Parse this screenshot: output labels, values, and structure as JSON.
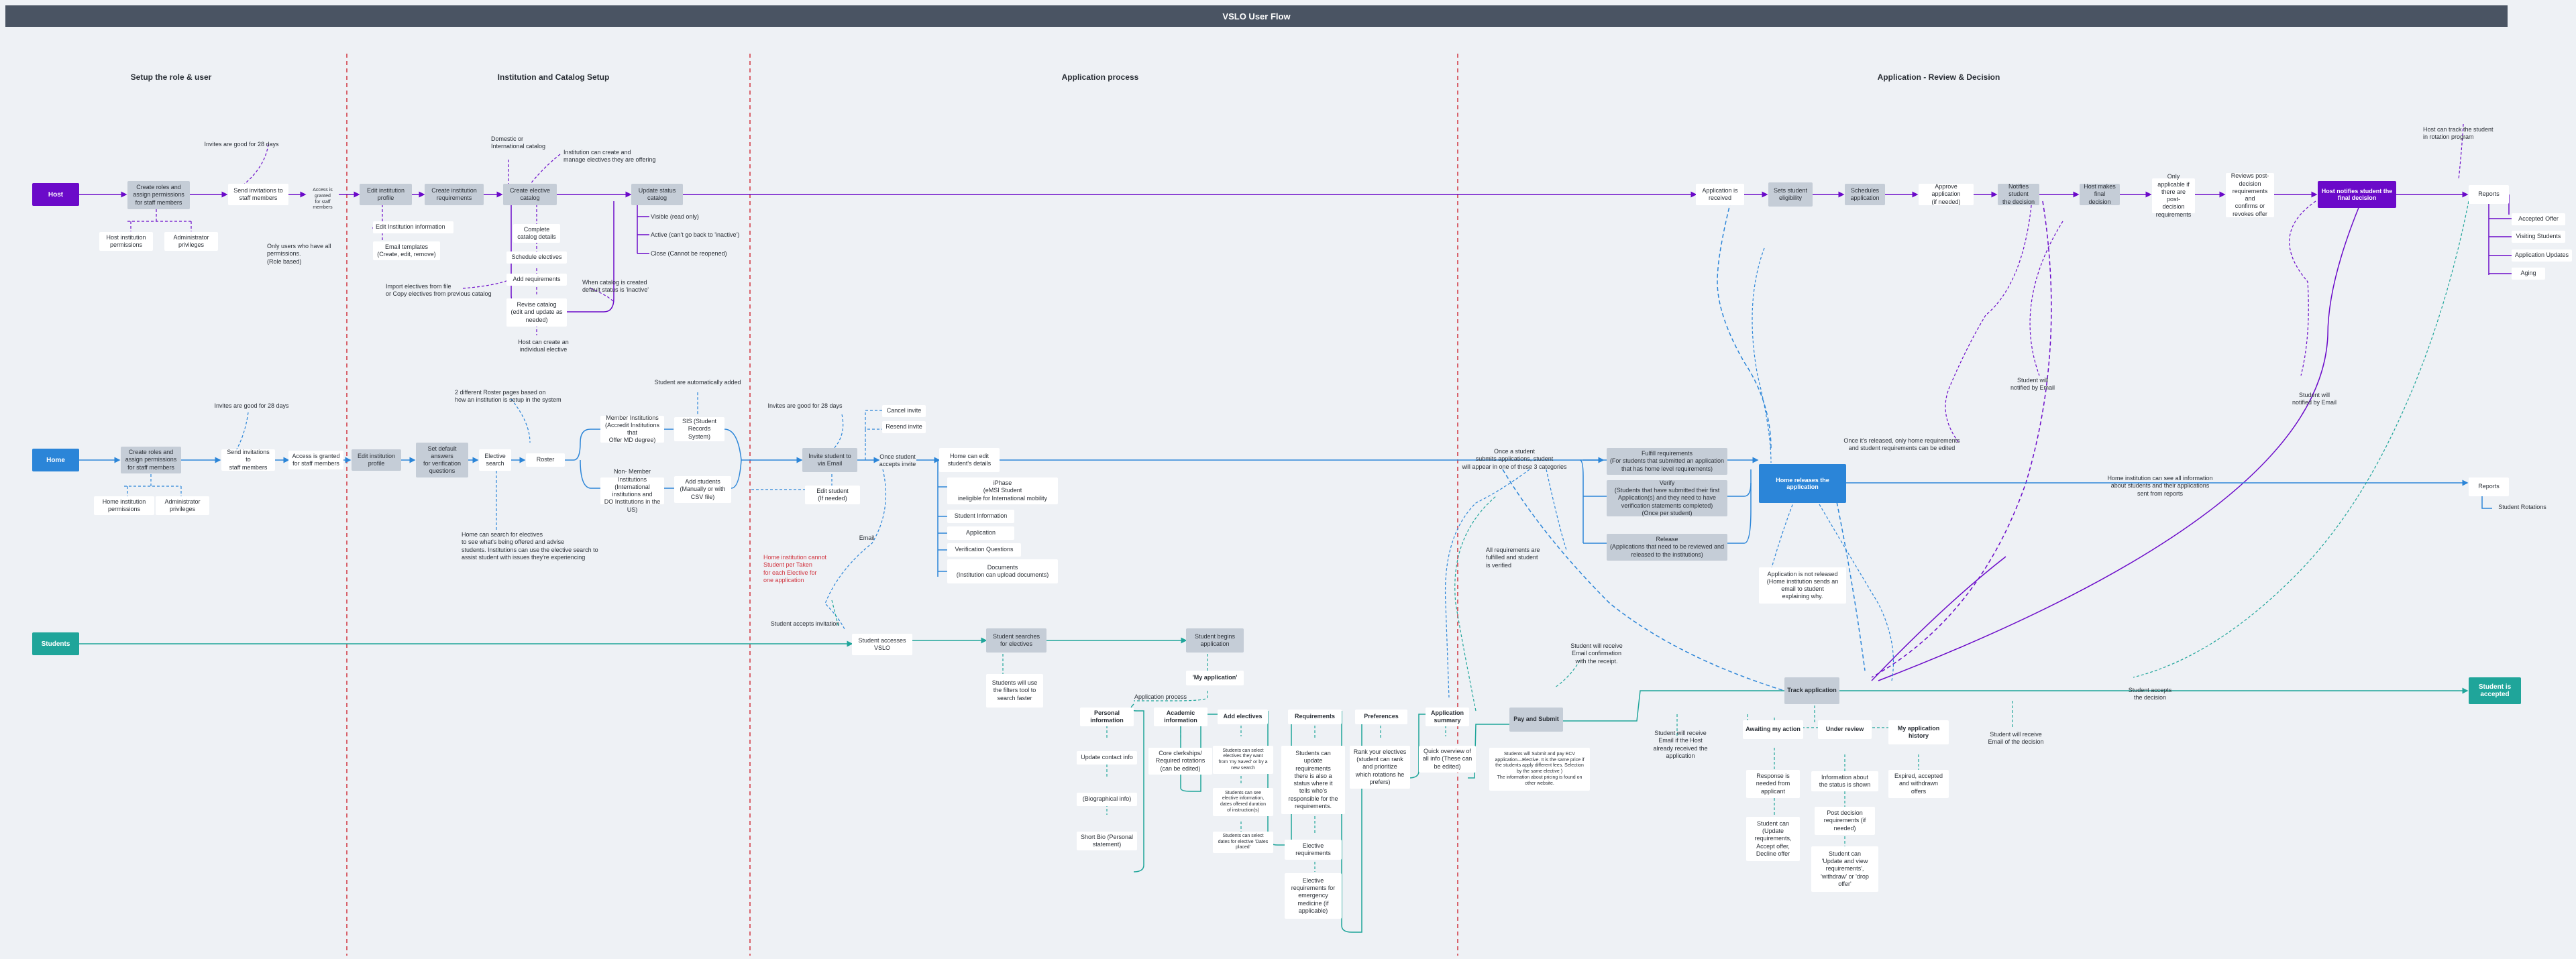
{
  "title": "VSLO User Flow",
  "colors": {
    "host": "#6b0ac9",
    "home": "#2b85d8",
    "student": "#1fa59a",
    "divider": "#d1343f",
    "box": "#c5cdd7"
  },
  "sections": {
    "setup": "Setup the role & user",
    "catalog": "Institution and Catalog Setup",
    "application": "Application process",
    "review": "Application - Review & Decision"
  },
  "actors": {
    "host": "Host",
    "home": "Home",
    "students": "Students",
    "student_accepted": "Student is\naccepted"
  },
  "host": {
    "create_roles": "Create roles and\nassign permissions\nfor staff members",
    "invites_note": "Invites are good for 28 days",
    "send_invitations": "Send invitations to\nstaff members",
    "access_granted": "Access is granted\nfor staff members",
    "edit_profile": "Edit institution\nprofile",
    "create_requirements": "Create institution\nrequirements",
    "create_catalog": "Create elective\ncatalog",
    "update_status": "Update status\ncatalog",
    "host_permissions": "Host institution\npermissions",
    "admin_privileges": "Administrator\nprivileges",
    "only_users_note": "Only users who have all\npermissions.\n(Role based)",
    "edit_info": "Edit Institution information",
    "email_templates": "Email templates\n(Create, edit, remove)",
    "domestic_note": "Domestic or\nInternational catalog",
    "can_create_note": "Institution can create and\nmanage electives they are offering",
    "complete_catalog": "Complete\ncatalog details",
    "schedule_electives": "Schedule electives",
    "add_requirements": "Add requirements",
    "revise_catalog": "Revise catalog\n(edit and update as\nneeded)",
    "host_create_individual": "Host can create an\nindividual elective",
    "import_note": "Import electives from file\nor Copy electives from previous catalog",
    "when_catalog_note": "When catalog is created\ndefault status is 'inactive'",
    "visible": "Visible (read only)",
    "active": "Active (can't go back to 'inactive')",
    "close": "Close (Cannot be reopened)"
  },
  "home": {
    "create_roles": "Create roles and\nassign permissions\nfor staff members",
    "invites_note": "Invites are good for 28 days",
    "send_invitations": "Send invitations to\nstaff members",
    "access_granted": "Access is granted\nfor staff members",
    "home_permissions": "Home institution\npermissions",
    "admin_privileges": "Administrator\nprivileges",
    "edit_profile": "Edit institution\nprofile",
    "set_default": "Set default\nanswers\nfor verification\nquestions",
    "elective_search": "Elective\nsearch",
    "roster": "Roster",
    "roster_note": "2 different Roster pages based on\nhow an institution is setup in the system",
    "member_institutions": "Member Institutions\n(Accredit Institutions that\nOffer MD degree)",
    "non_member_institutions": "Non- Member Institutions\n(International institutions and\nDO Institutions in the US)",
    "auto_added_note": "Student are automatically added",
    "sis": "SIS (Student\nRecords System)",
    "add_students": "Add students\n(Manually or with\nCSV file)",
    "search_note": "Home can search for electives\nto see what's being offered and advise\nstudents. Institutions can use the elective search to\nassist student with issues they're experiencing",
    "invites_note_2": "Invites are good for 28 days",
    "invite_student": "Invite student to\nvia Email",
    "cancel_invite": "Cancel invite",
    "resend_invite": "Resend invite",
    "edit_student": "Edit student\n(If needed)",
    "once_accepts": "Once student\naccepts invite",
    "home_can_edit": "Home can edit\nstudent's details",
    "iphase": "iPhase\n(eMSI Student\nineligible for International mobility",
    "student_information": "Student Information",
    "application": "Application",
    "verification_questions": "Verification Questions",
    "documents": "Documents\n(Institution can upload documents)",
    "home_cannot_note": "Home institution cannot\nStudent per Taken\nfor each Elective for\none application",
    "email": "Email"
  },
  "students": {
    "accepts_invitation": "Student accepts invitation",
    "accesses_vslo": "Student accesses\nVSLO",
    "searches": "Student searches\nfor electives",
    "use_filters": "Students will use\nthe filters tool to\nsearch faster",
    "begins_application": "Student begins\napplication",
    "my_application": "'My application'",
    "application_process": "Application process",
    "personal_info": "Personal\ninformation",
    "update_contact": "Update contact info",
    "biographical": "(Biographical info)",
    "short_bio": "Short Bio (Personal\nstatement)",
    "academic_info": "Academic\ninformation",
    "core_clerkships": "Core clerkships/\nRequired rotations\n(can be edited)",
    "add_electives": "Add electives",
    "add_electives_note1": "Students can select\nelectives they want\nfrom 'my Saved' or by a\nnew search",
    "add_electives_note2": "Students can see\nelective information,\ndates offered duration\nof instruction(s)",
    "add_electives_note3": "Students can select\ndates for elective 'Dates\nplaced'",
    "requirements": "Requirements",
    "requirements_note": "Students can\nupdate\nrequirements\nthere is also a\nstatus where it\ntells who's\nresponsible for the\nrequirements.",
    "elective_requirements": "Elective\nrequirements",
    "emergency_requirements": "Elective\nrequirements for\nemergency\nmedicine (if\napplicable)",
    "preferences": "Preferences",
    "preferences_note": "Rank your electives\n(student can rank\nand prioritize\nwhich rotations he\nprefers)",
    "app_summary": "Application\nsummary",
    "app_summary_note": "Quick overview of\nall info (These can\nbe edited)",
    "pay_submit": "Pay and Submit",
    "pay_submit_note": "Students will Submit and pay ECV\napplication—Elective. It is the same price if\nthe students apply different fees. Selection\nby the same elective )\nThe information about pricing is found on\nother website.",
    "confirmation_note": "Student will receive\nEmail confirmation\nwith the receipt.",
    "receive_email_note": "Student will receive\nEmail if the Host\nalready received the\napplication",
    "track_application": "Track application",
    "awaiting": "Awaiting my action",
    "awaiting_note1": "Response is\nneeded from\napplicant",
    "awaiting_note2": "Student can\n(Update\nrequirements,\nAccept offer,\nDecline offer",
    "under_review": "Under review",
    "under_review_note1": "Information about\nthe status is shown",
    "under_review_note2": "Post decision\nrequirements (if\nneeded)",
    "under_review_note3": "Student can\n'Update and view\nrequirements',\n'withdraw' or 'drop\noffer'",
    "history": "My application\nhistory",
    "history_note": "Expired, accepted\nand withdrawn\noffers",
    "decision_email_note": "Student will receive\nEmail of the decision",
    "accepts_decision": "Student accepts\nthe decision"
  },
  "review": {
    "application_received": "Application is\nreceived",
    "sets_eligibility": "Sets student\neligibility",
    "schedules": "Schedules\napplication",
    "approves": "Approve application\n(if needed)",
    "notifies": "Notifies student\nthe decision",
    "final_decision": "Host makes\nfinal decision",
    "post_decision_note": "Only applicable if\nthere are post-\ndecision\nrequirements",
    "reviews_post": "Reviews post-\ndecision\nrequirements and\nconfirms or\nrevokes offer",
    "host_notifies": "Host notifies student the\nfinal decision",
    "track_note": "Host can track the student\nin rotation program",
    "reports": "Reports",
    "accepted_offer": "Accepted Offer",
    "visiting_students": "Visiting Students",
    "application_updates": "Application Updates",
    "aging": "Aging",
    "notified_email_1": "Student will\nnotified by Email",
    "notified_email_2": "Student will\nnotified by Email",
    "once_submits": "Once a student\nsubmits applications, student\nwill appear in one of these 3 categories",
    "fulfill": "Fulfill requirements\n(For students that submitted an application\nthat has home level requirements)",
    "verify": "Verify\n(Students that have submitted their first\nApplication(s) and they need to have\nverification statements completed)\n(Once per student)",
    "release": "Release\n(Applications that need to be reviewed and\nreleased to the institutions)",
    "all_requirements": "All requirements are\nfulfilled and student\nis verified",
    "home_releases": "Home releases the\napplication",
    "once_released": "Once it's released, only home requirements\nand student requirements can be edited",
    "not_released": "Application is not released\n(Home institution sends an\nemail to student\nexplaining why.",
    "home_can_see": "Home institution can see all information\nabout students and their applications\nsent from reports",
    "home_reports": "Reports",
    "student_rotations": "Student Rotations"
  }
}
